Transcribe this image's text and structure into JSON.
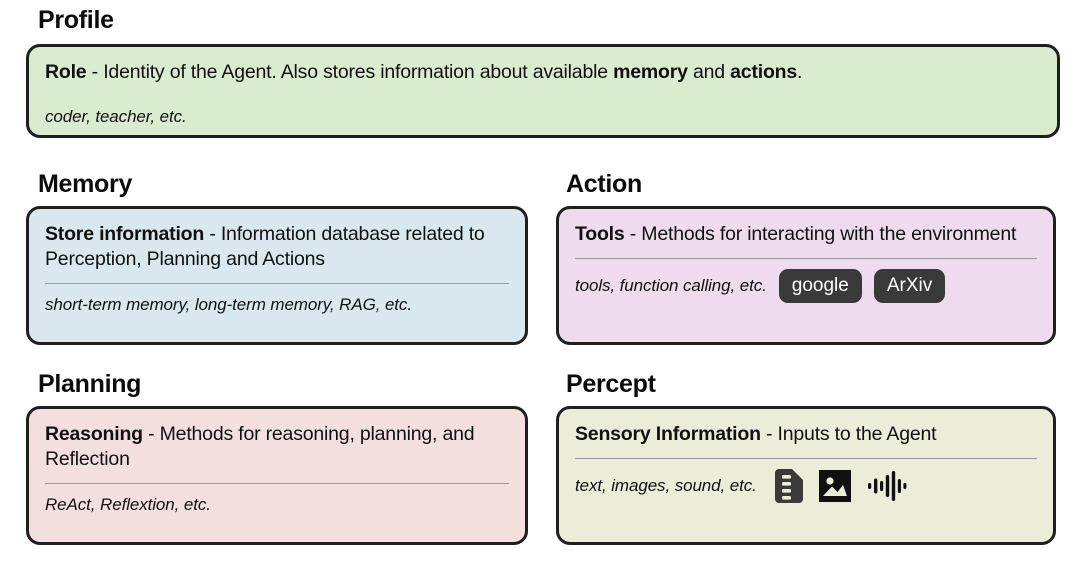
{
  "palette": {
    "profile_bg": "#d9ecd0",
    "memory_bg": "#d9e8ee",
    "action_bg": "#eedcee",
    "planning_bg": "#f4dfdf",
    "percept_bg": "#ecedd9",
    "card_border": "#1f1f1f",
    "divider": "#9a9a9a",
    "chip_bg": "#3a3a3a",
    "chip_text": "#ffffff",
    "page_bg": "#ffffff",
    "text": "#111111"
  },
  "sections": {
    "profile": {
      "heading": "Profile",
      "term": "Role",
      "separator": " - ",
      "description_part1": "Identity of the Agent. Also stores information about available ",
      "emphasis1": "memory",
      "description_part2": " and ",
      "emphasis2": "actions",
      "description_part3": ".",
      "examples": "coder, teacher, etc."
    },
    "memory": {
      "heading": "Memory",
      "term": "Store information",
      "separator": " - ",
      "description": "Information database related to Perception, Planning and Actions",
      "examples": "short-term memory, long-term memory, RAG, etc."
    },
    "action": {
      "heading": "Action",
      "term": "Tools",
      "separator": " - ",
      "description": "Methods for interacting with the environment",
      "examples": "tools, function calling, etc.",
      "chips": [
        {
          "label": "google",
          "name": "tool-chip-google"
        },
        {
          "label": "ArXiv",
          "name": "tool-chip-arxiv"
        }
      ]
    },
    "planning": {
      "heading": "Planning",
      "term": "Reasoning",
      "separator": " - ",
      "description": "Methods for reasoning, planning, and Reflection",
      "examples": "ReAct, Reflextion, etc."
    },
    "percept": {
      "heading": "Percept",
      "term": "Sensory Information",
      "separator": " - ",
      "description": "Inputs to the Agent",
      "examples": "text, images, sound, etc.",
      "icons": [
        {
          "name": "document-icon",
          "meaning": "text"
        },
        {
          "name": "image-icon",
          "meaning": "images"
        },
        {
          "name": "sound-wave-icon",
          "meaning": "sound"
        }
      ]
    }
  }
}
